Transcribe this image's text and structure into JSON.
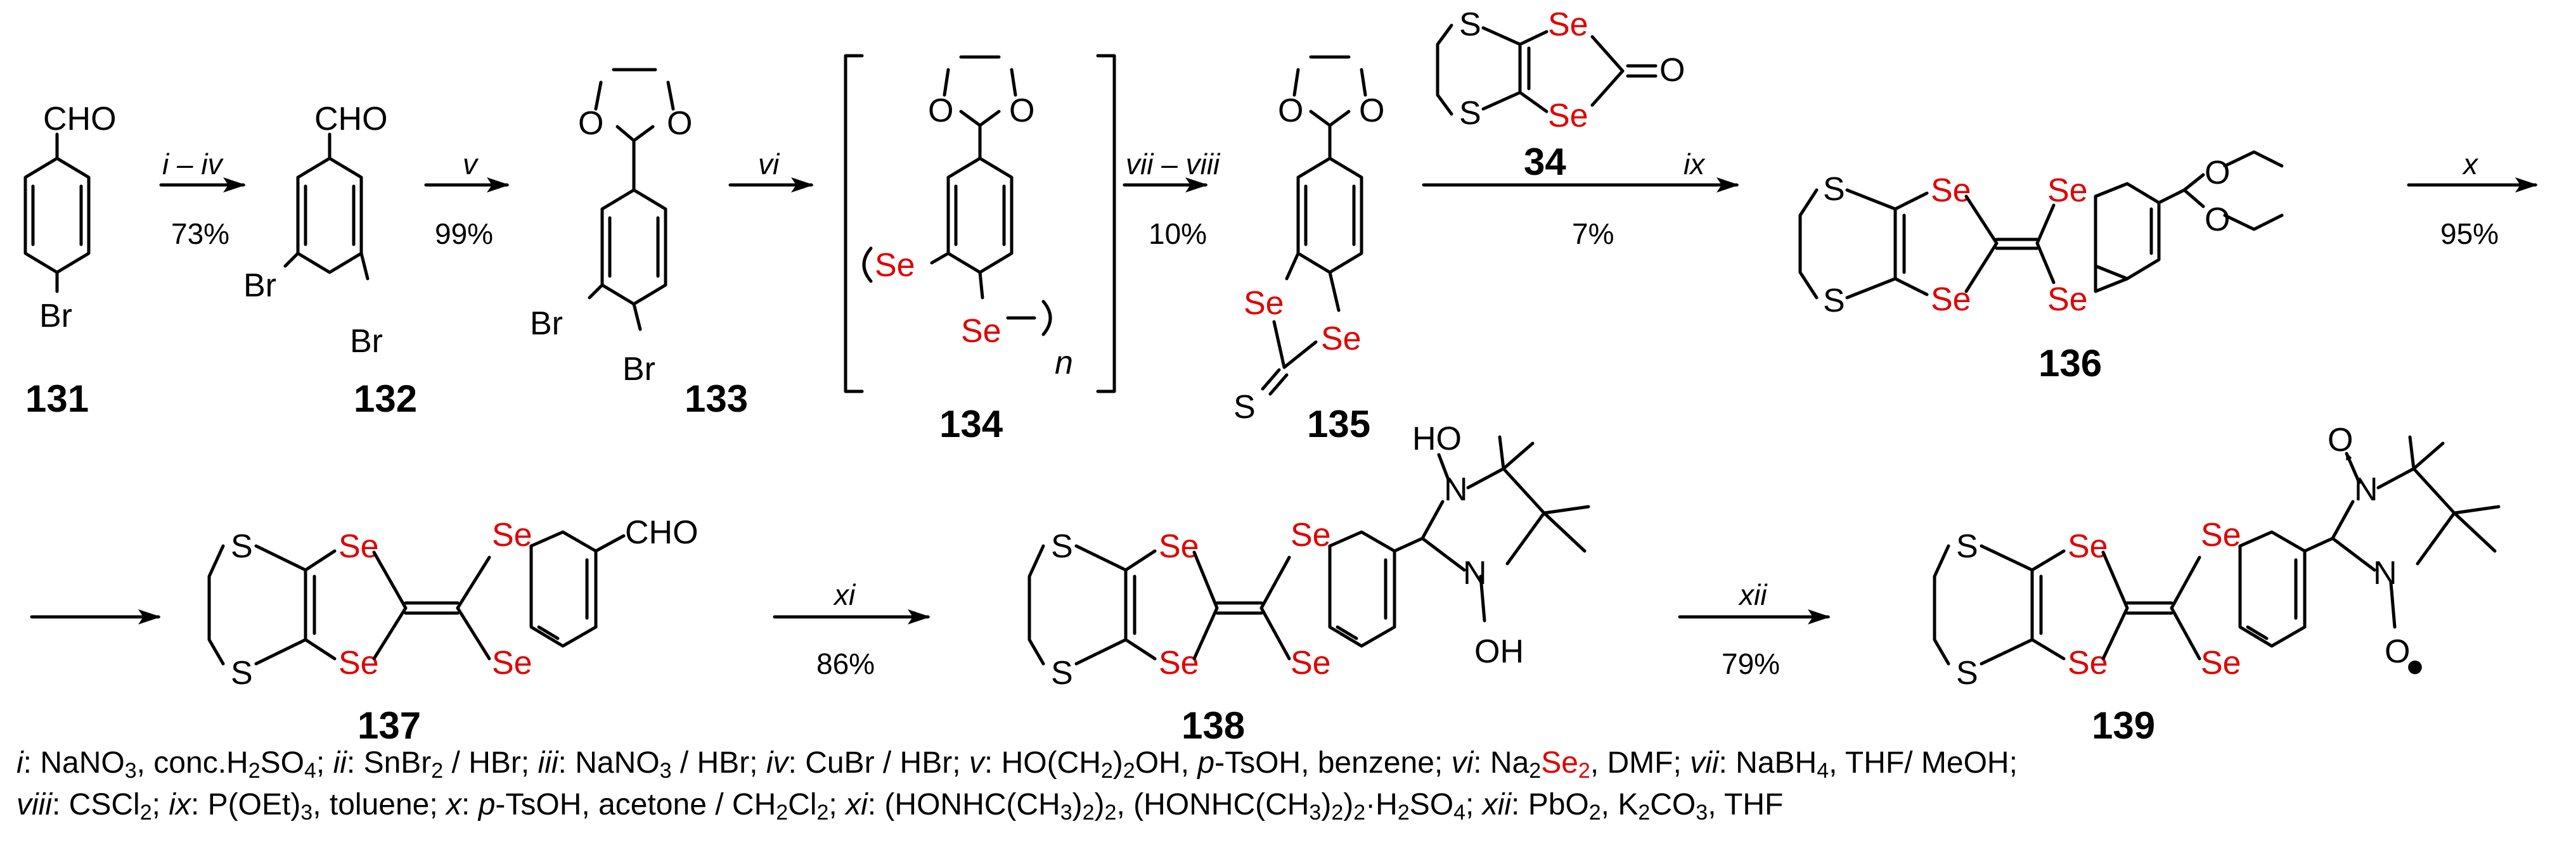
{
  "compounds": {
    "c131": "131",
    "c132": "132",
    "c133": "133",
    "c134": "134",
    "c135": "135",
    "c34": "34",
    "c136": "136",
    "c137": "137",
    "c138": "138",
    "c139": "139",
    "n_subscript": "n"
  },
  "atoms": {
    "cho": "CHO",
    "br": "Br",
    "o": "O",
    "s": "S",
    "se": "Se",
    "n": "N",
    "oh": "OH",
    "ho": "HO",
    "radical": "•"
  },
  "arrows": {
    "a1_reagent": "i – iv",
    "a1_yield": "73%",
    "a2_reagent": "v",
    "a2_yield": "99%",
    "a3_reagent": "vi",
    "a4_reagent": "vii – viii",
    "a4_yield": "10%",
    "a5_reagent": "ix",
    "a5_yield": "7%",
    "a6_reagent": "x",
    "a6_yield": "95%",
    "a8_reagent": "xi",
    "a8_yield": "86%",
    "a9_reagent": "xii",
    "a9_yield": "79%"
  },
  "footnote": {
    "l1_i": "i",
    "l1_a": ": NaNO",
    "l1_b": ", conc.H",
    "l1_c": "SO",
    "l1_d": "; ",
    "l1_ii": "ii",
    "l1_e": ": SnBr",
    "l1_f": " / HBr; ",
    "l1_iii": "iii",
    "l1_g": ": NaNO",
    "l1_h": " / HBr; ",
    "l1_iv": "iv",
    "l1_j": ": CuBr / HBr; ",
    "l1_v": "v",
    "l1_k": ": HO(CH",
    "l1_l": ")",
    "l1_m": "OH, ",
    "l1_p": "p",
    "l1_n": "-TsOH, benzene; ",
    "l1_vi": "vi",
    "l1_o": ": Na",
    "l1_se": "Se",
    "l1_q": ", DMF; ",
    "l1_vii": "vii",
    "l1_r": ": NaBH",
    "l1_s": ", THF/ MeOH;",
    "l2_viii": "viii",
    "l2_a": ": CSCl",
    "l2_b": "; ",
    "l2_ix": "ix",
    "l2_c": ": P(OEt)",
    "l2_d": ", toluene; ",
    "l2_x": "x",
    "l2_e": ": ",
    "l2_p": "p",
    "l2_f": "-TsOH, acetone / CH",
    "l2_g": "Cl",
    "l2_h": "; ",
    "l2_xi": "xi",
    "l2_j": ": (HONHC(CH",
    "l2_k": ")",
    "l2_l": ")",
    "l2_m": ", (HONHC(CH",
    "l2_n": ")",
    "l2_o": ")",
    "l2_q": "·H",
    "l2_r": "SO",
    "l2_s": "; ",
    "l2_xii": "xii",
    "l2_t": ": PbO",
    "l2_u": ", K",
    "l2_w": "CO",
    "l2_y": ", THF",
    "sub2": "2",
    "sub3": "3",
    "sub4": "4"
  }
}
